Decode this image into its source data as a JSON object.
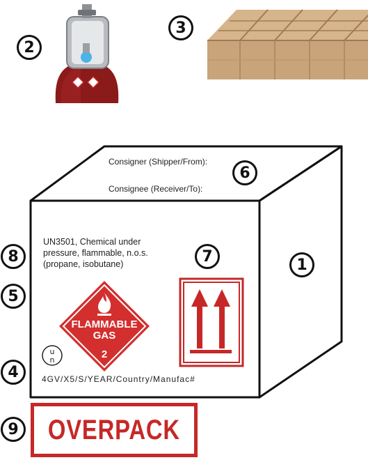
{
  "callouts": {
    "n1": "1",
    "n2": "2",
    "n3": "3",
    "n4": "4",
    "n5": "5",
    "n6": "6",
    "n7": "7",
    "n8": "8",
    "n9": "9"
  },
  "box": {
    "consigner": "Consigner (Shipper/From):",
    "consignee": "Consignee (Receiver/To):",
    "shipping_name_line1": "UN3501, Chemical under",
    "shipping_name_line2": "pressure, flammable, n.o.s.",
    "shipping_name_line3": "(propane, isobutane)",
    "un_spec_code": "4GV/X5/S/YEAR/Country/Manufac#"
  },
  "label": {
    "line1": "FLAMMABLE",
    "line2": "GAS",
    "class_number": "2"
  },
  "overpack": "OVERPACK",
  "colors": {
    "hazard_red": "#d32f2f",
    "arrow_red": "#c62828",
    "cylinder_red": "#8b1a1a",
    "cardboard": "#c9a47a",
    "outline": "#111111"
  }
}
